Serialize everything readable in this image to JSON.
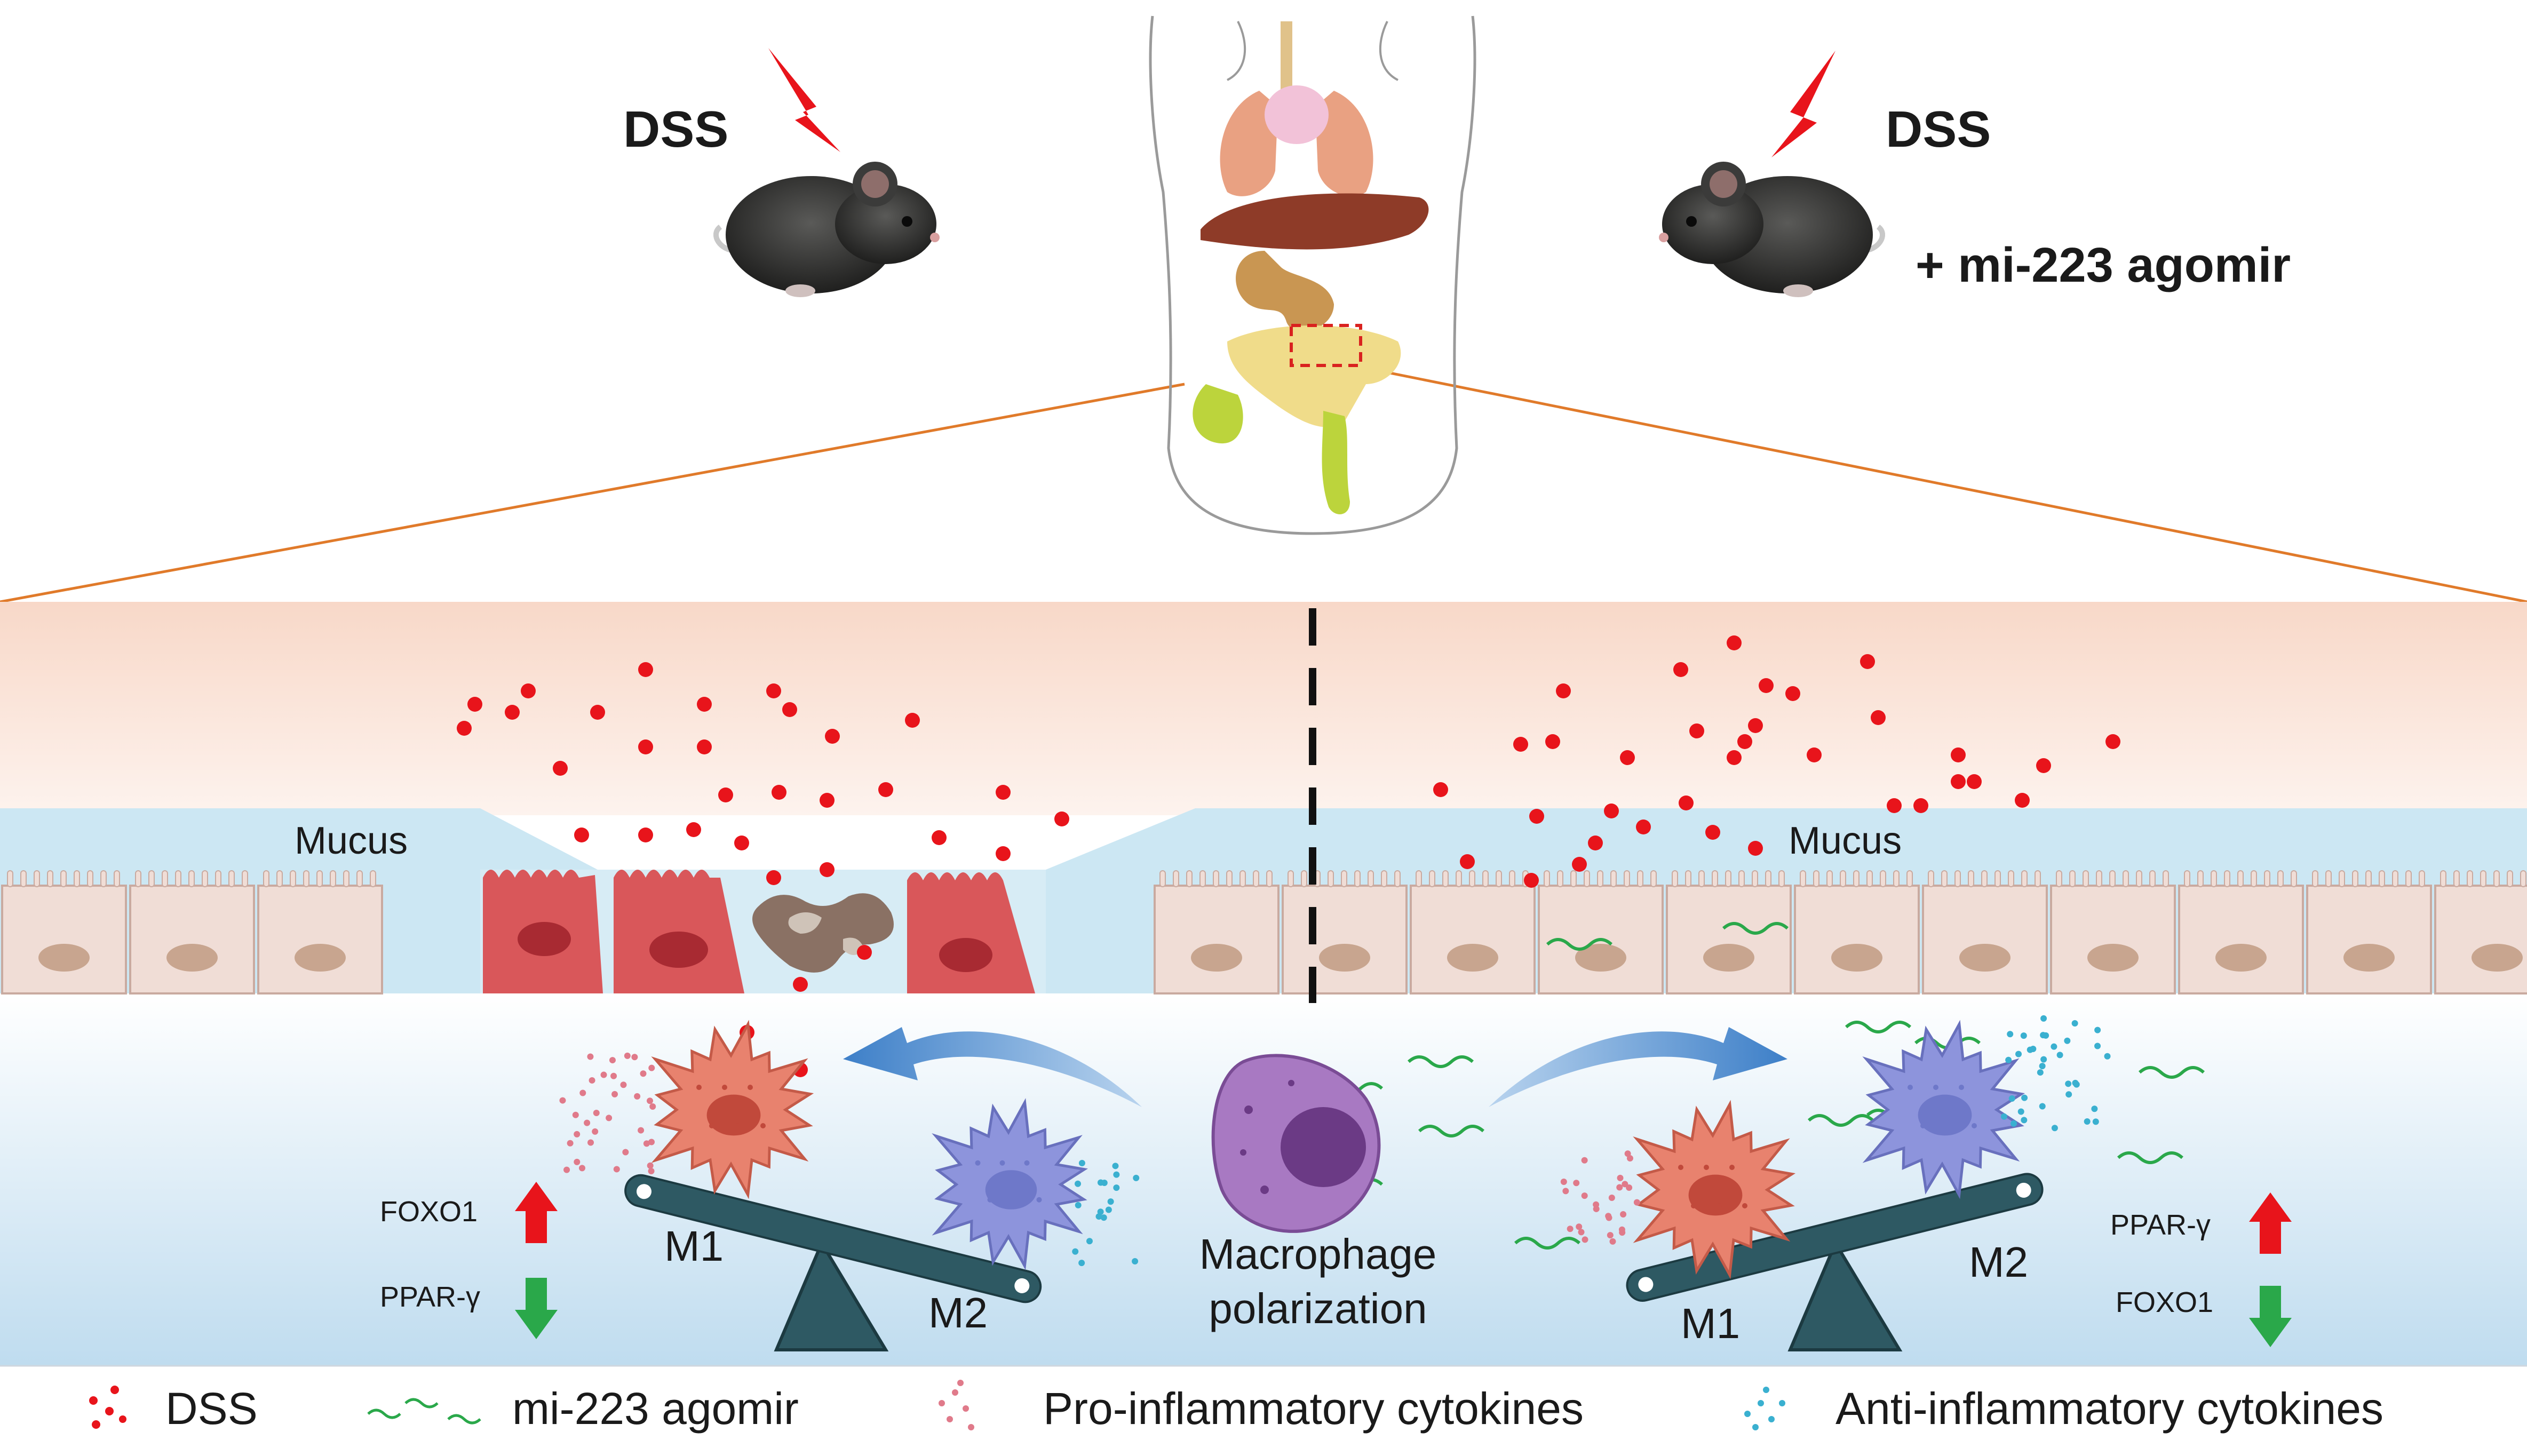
{
  "top": {
    "left_label": "DSS",
    "right_label": "DSS",
    "right_treatment": "+  mi-223 agomir"
  },
  "panel": {
    "mucus_left": "Mucus",
    "mucus_right": "Mucus",
    "center_label_line1": "Macrophage",
    "center_label_line2": "polarization"
  },
  "left_group": {
    "m1": "M1",
    "m2": "M2",
    "gene_up": "FOXO1",
    "gene_down": "PPAR-γ"
  },
  "right_group": {
    "m1": "M1",
    "m2": "M2",
    "gene_up": "PPAR-γ",
    "gene_down": "FOXO1"
  },
  "legend": [
    {
      "label": "DSS",
      "icon": "red-dots-icon",
      "color": "#e8141b"
    },
    {
      "label": "mi-223 agomir",
      "icon": "green-wave-icon",
      "color": "#2aa84a"
    },
    {
      "label": "Pro-inflammatory cytokines",
      "icon": "pink-dots-icon",
      "color": "#e07a8a"
    },
    {
      "label": "Anti-inflammatory cytokines",
      "icon": "cyan-dots-icon",
      "color": "#3ab0d0"
    }
  ],
  "colors": {
    "dss": "#e8141b",
    "agomir": "#2aa84a",
    "m1_cell": "#e8826e",
    "m2_cell": "#8d94dc",
    "macrophage": "#9467b0",
    "up_arrow": "#e8141b",
    "down_arrow": "#2aa84a"
  }
}
